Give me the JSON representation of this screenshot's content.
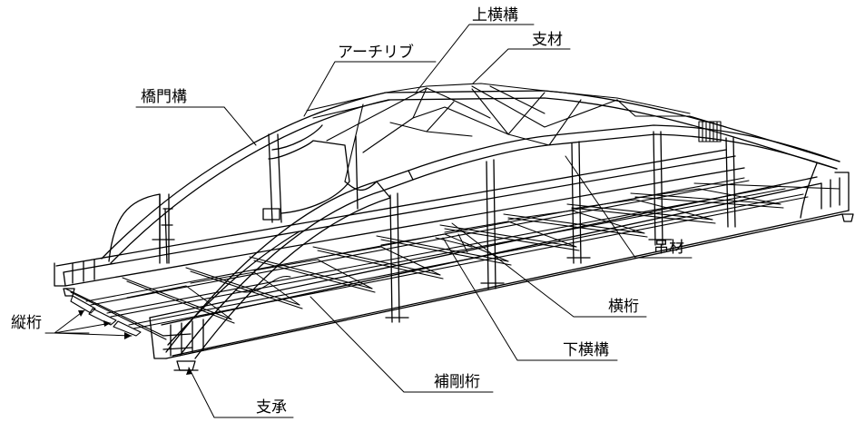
{
  "labels": {
    "upper_lateral": "上横構",
    "strut": "支材",
    "arch_rib": "アーチリブ",
    "portal_frame": "橋門構",
    "hanger": "吊材",
    "floor_beam": "横桁",
    "stringer": "縦桁",
    "lower_lateral": "下横構",
    "stiffening_girder": "補剛桁",
    "bearing": "支承"
  },
  "colors": {
    "line": "#000000",
    "background": "#ffffff"
  }
}
